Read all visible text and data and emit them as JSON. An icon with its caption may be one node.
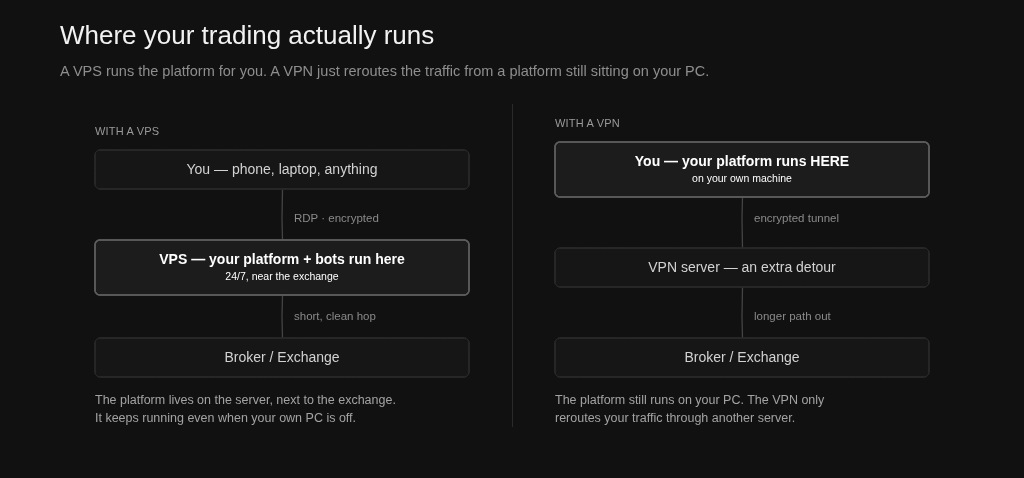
{
  "diagram": {
    "title": "Where your trading actually runs",
    "nodes": [
      {
        "text": [
          "You — phone, laptop, anything"
        ]
      },
      {
        "text": [
          "VPS — your platform + bots run here",
          "24/7, near the exchange"
        ]
      },
      {
        "text": [
          "Broker / Exchange"
        ]
      },
      {
        "text": [
          "You — your platform runs HERE",
          "on your own machine"
        ]
      },
      {
        "text": [
          "VPN server — an extra detour"
        ]
      },
      {
        "text": [
          "Broker / Exchange"
        ]
      }
    ],
    "edges": [
      {
        "from": 0,
        "to": 1,
        "arrow": "none",
        "label": "RDP · encrypted"
      },
      {
        "from": 1,
        "to": 2,
        "arrow": "none",
        "label": "short, clean hop"
      },
      {
        "from": 3,
        "to": 4,
        "arrow": "none",
        "label": "encrypted tunnel"
      },
      {
        "from": 4,
        "to": 5,
        "arrow": "none",
        "label": "longer path out"
      }
    ],
    "labels": [
      "A VPS runs the platform for you. A VPN just reroutes the traffic from a platform still sitting on your PC.",
      "WITH A VPS",
      "WITH A VPN",
      "The platform lives on the server, next to the exchange. It keeps running even when your own PC is off.",
      "The platform still runs on your PC. The VPN only reroutes your traffic through another server."
    ]
  }
}
